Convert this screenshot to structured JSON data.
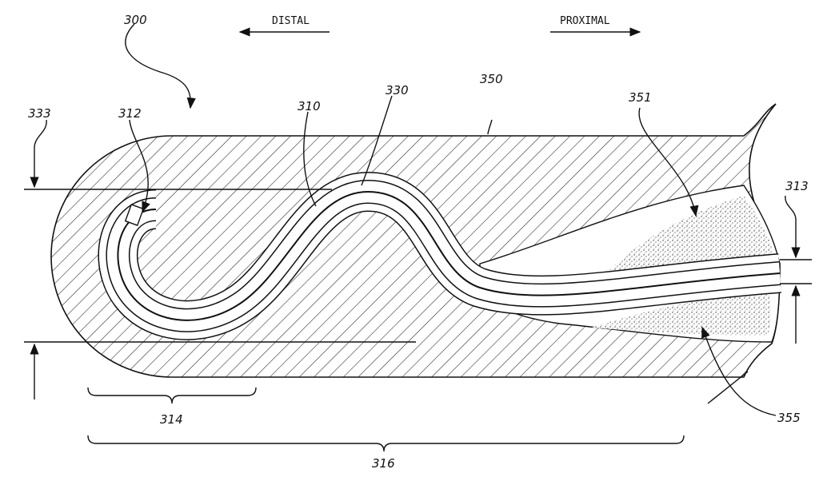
{
  "figure": {
    "directions": {
      "distal": "DISTAL",
      "proximal": "PROXIMAL"
    },
    "labels": {
      "assembly": "300",
      "body": "350",
      "sheath": "330",
      "inner_member": "310",
      "tip": "312",
      "height_top": "333",
      "upper_fill": "351",
      "gap": "313",
      "distal_section": "314",
      "overall_length": "316",
      "lower_fill": "355"
    }
  }
}
